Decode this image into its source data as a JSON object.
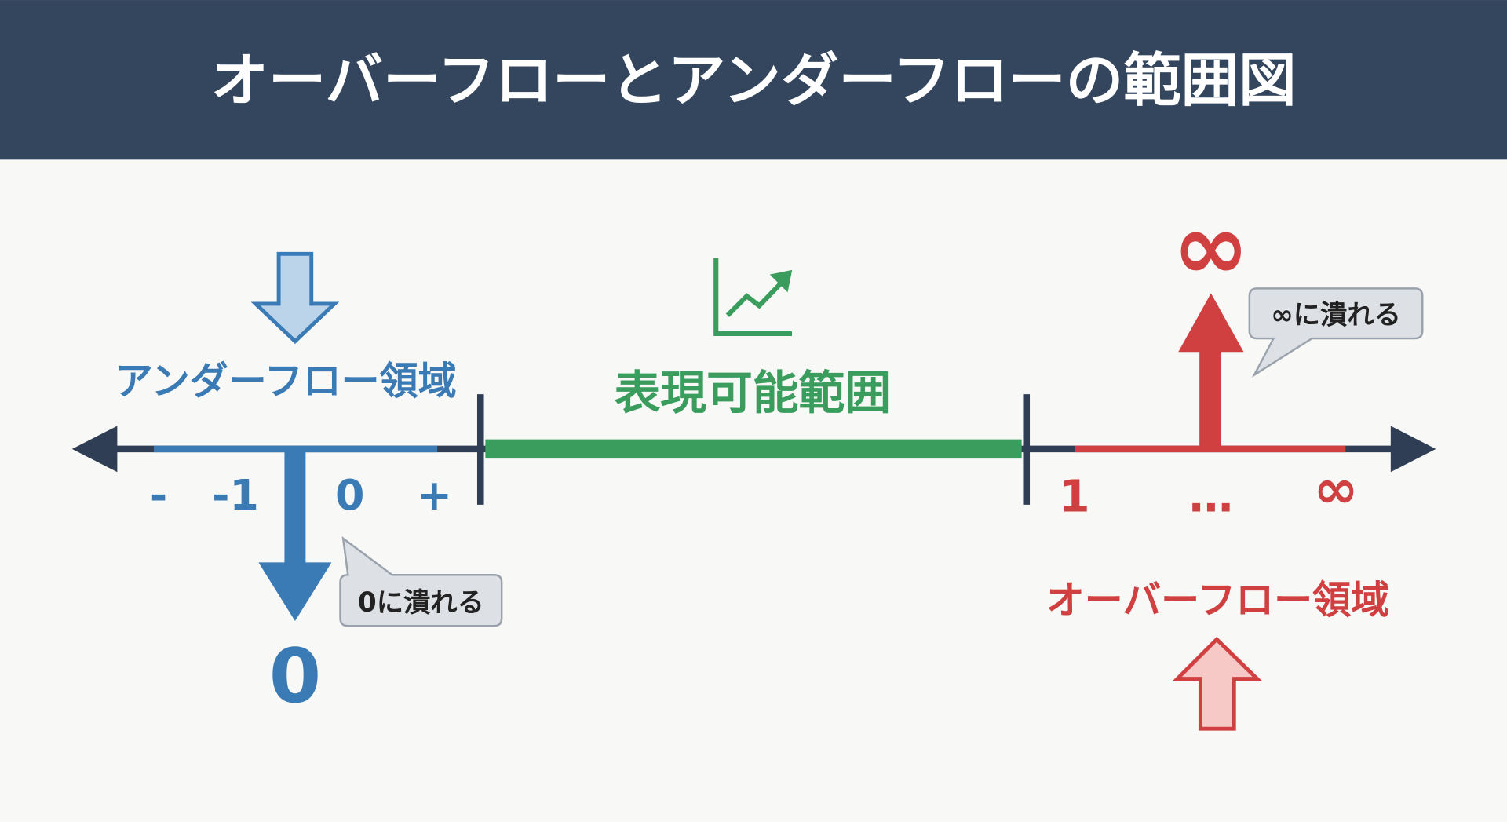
{
  "title": "オーバーフローとアンダーフローの範囲図",
  "colors": {
    "header": "#34465e",
    "axis": "#2f3e54",
    "underflow": "#3a7ab5",
    "representable": "#3a9d5d",
    "overflow": "#d04040",
    "callout_bg": "#dde0e4"
  },
  "underflow": {
    "label": "アンダーフロー領域",
    "ticks": [
      "-",
      "-1",
      "0",
      "+"
    ],
    "result": "0",
    "callout": "0に潰れる"
  },
  "representable": {
    "label": "表現可能範囲",
    "icon": "trend-chart-icon"
  },
  "overflow": {
    "label": "オーバーフロー領域",
    "ticks": [
      "1",
      "…",
      "∞"
    ],
    "result": "∞",
    "callout": "∞に潰れる"
  }
}
